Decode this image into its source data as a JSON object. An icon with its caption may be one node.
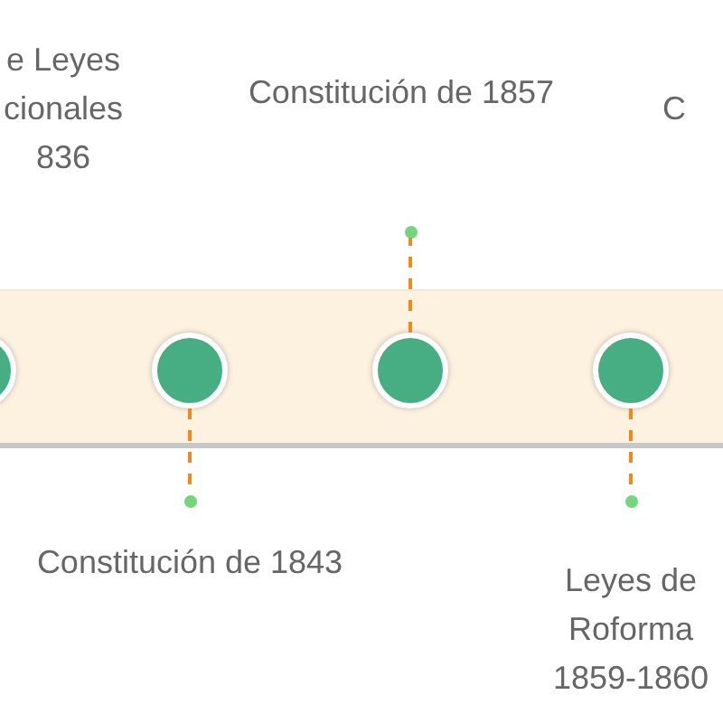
{
  "diagram": {
    "nodes": [
      {
        "text": [],
        "shape": "bar"
      },
      {
        "text": [],
        "shape": "circle",
        "in": 0
      },
      {
        "text": [],
        "shape": "circle",
        "in": 0
      },
      {
        "text": [],
        "shape": "circle",
        "in": 0
      },
      {
        "text": [],
        "shape": "circle",
        "in": 0
      },
      {
        "text": [],
        "shape": "circle",
        "beside": [
          "Constitución de 1843"
        ]
      },
      {
        "text": [],
        "shape": "circle",
        "beside": [
          "Constitución de 1857"
        ]
      },
      {
        "text": [],
        "shape": "circle",
        "beside": [
          "Leyes de Roforma 1859-1860"
        ]
      }
    ],
    "edges": [
      {
        "from": 2,
        "to": 5,
        "arrow": "none",
        "style": "dashed"
      },
      {
        "from": 3,
        "to": 6,
        "arrow": "none",
        "style": "dashed"
      },
      {
        "from": 4,
        "to": 7,
        "arrow": "none",
        "style": "dashed"
      }
    ],
    "labels": [
      "e Leyes cionales 836",
      "C"
    ]
  }
}
